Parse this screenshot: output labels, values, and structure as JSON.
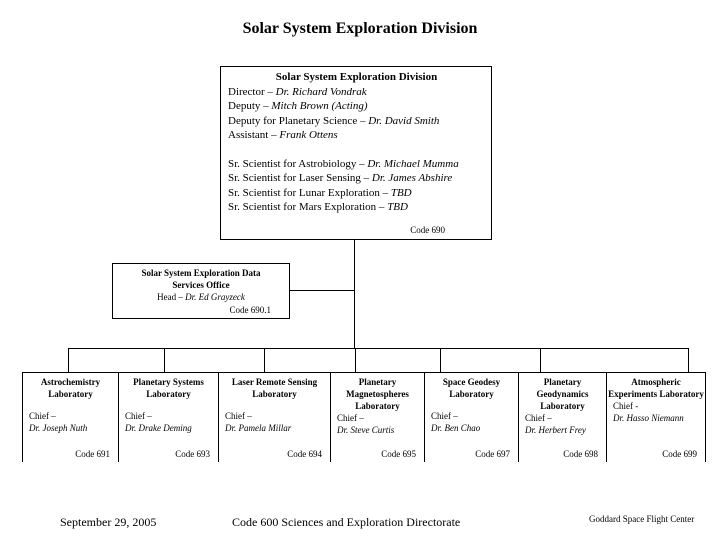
{
  "title": "Solar System Exploration Division",
  "division": {
    "name": "Solar System Exploration Division",
    "lines": [
      {
        "role": "Director – ",
        "person": "Dr. Richard Vondrak"
      },
      {
        "role": "Deputy – ",
        "person": "Mitch Brown (Acting)"
      },
      {
        "role": "Deputy for Planetary Science – ",
        "person": "Dr. David Smith"
      },
      {
        "role": "Assistant – ",
        "person": "Frank Ottens"
      }
    ],
    "scientists": [
      {
        "role": "Sr. Scientist for Astrobiology – ",
        "person": "Dr. Michael Mumma"
      },
      {
        "role": "Sr. Scientist for Laser Sensing – ",
        "person": "Dr. James Abshire"
      },
      {
        "role": "Sr. Scientist for Lunar Exploration – ",
        "person": "TBD"
      },
      {
        "role": "Sr. Scientist for Mars Exploration – ",
        "person": "TBD"
      }
    ],
    "code": "Code 690"
  },
  "data_services": {
    "name": "Solar System Exploration Data Services Office",
    "head_role": "Head – ",
    "head_person": "Dr. Ed Grayzeck",
    "code": "Code 690.1"
  },
  "labs": [
    {
      "name": "Astrochemistry Laboratory",
      "chief": "Chief –",
      "person": "Dr. Joseph Nuth",
      "code": "Code 691"
    },
    {
      "name": "Planetary Systems Laboratory",
      "chief": "Chief –",
      "person": "Dr. Drake Deming",
      "code": "Code 693"
    },
    {
      "name": "Laser Remote Sensing Laboratory",
      "chief": "Chief –",
      "person": "Dr. Pamela Millar",
      "code": "Code 694"
    },
    {
      "name": "Planetary Magnetospheres Laboratory",
      "chief": "Chief –",
      "person": "Dr. Steve Curtis",
      "code": "Code 695"
    },
    {
      "name": "Space Geodesy Laboratory",
      "chief": "Chief –",
      "person": "Dr. Ben Chao",
      "code": "Code 697"
    },
    {
      "name": "Planetary Geodynamics Laboratory",
      "chief": "Chief –",
      "person": "Dr. Herbert Frey",
      "code": "Code 698"
    },
    {
      "name": "Atmospheric Experiments Laboratory",
      "chief": "Chief -",
      "person": "Dr. Hasso Niemann",
      "code": "Code 699"
    }
  ],
  "footer": {
    "date": "September 29, 2005",
    "directorate": "Code 600 Sciences and Exploration Directorate",
    "center": "Goddard Space Flight Center"
  }
}
